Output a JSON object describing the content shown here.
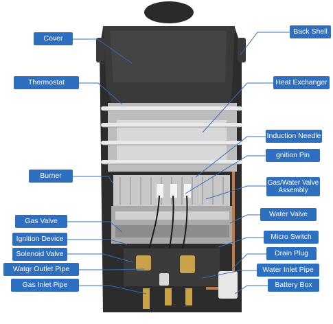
{
  "labels": {
    "cover": "Cover",
    "thermostat": "Thermostat",
    "burner": "Burner",
    "gas_valve": "Gas Valve",
    "ignition_device": "Ignition Device",
    "solenoid_valve": "Solenoid Valve",
    "water_outlet_pipe": "Watgr Outlet Pipe",
    "gas_inlet_pipe": "Gas Inlet Pipe",
    "back_shell": "Back Shell",
    "heat_exchanger": "Heat Exchanger",
    "induction_needle": "Induction Needle",
    "ignition_pin": "gnition Pin",
    "gas_water_valve_assembly": "Gas/Water Valve Assembly",
    "water_valve": "Water Valve",
    "micro_switch": "Micro Switch",
    "drain_plug": "Drain Plug",
    "water_inlet_pipe": "Water Inlet Pipe",
    "battery_box": "Battery Box"
  },
  "colors": {
    "label_bg": "#2f6fc0",
    "label_text": "#ffffff",
    "heater_body": "#2b2b2b"
  }
}
